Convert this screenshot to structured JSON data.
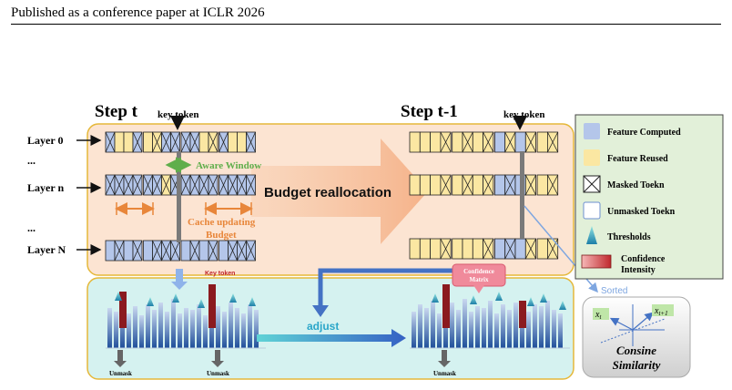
{
  "header": {
    "text": "Published as a conference paper at ICLR 2026"
  },
  "steps": {
    "left": "Step t",
    "right": "Step t-1"
  },
  "key_token": "key token",
  "key_token_small": "Key token",
  "layers": [
    "Layer  0",
    "...",
    "Layer  n",
    "...",
    "Layer  N"
  ],
  "labels": {
    "aware_window": "Aware Window",
    "cache_updating": "Cache updating",
    "budget": "Budget",
    "budget_reallocation": "Budget reallocation",
    "adjust": "adjust",
    "confidence_matrix_1": "Confidence",
    "confidence_matrix_2": "Matrix",
    "sorted": "Sorted",
    "unmask": "Unmask",
    "cosine_1": "Consine",
    "cosine_2": "Similarity",
    "xt": "x",
    "xt_sub": "t",
    "xt1": "x",
    "xt1_sub": "t+1"
  },
  "legend": [
    {
      "label": "Feature Computed",
      "kind": "blue"
    },
    {
      "label": "Feature Reused",
      "kind": "yellow"
    },
    {
      "label": "Masked Toekn",
      "kind": "masked"
    },
    {
      "label": "Unmasked Toekn",
      "kind": "unmasked"
    },
    {
      "label": "Thresholds",
      "kind": "threshold"
    },
    {
      "label": "Confidence",
      "kind": "conf"
    },
    {
      "label": "Intensity",
      "kind": "none"
    }
  ],
  "colors": {
    "computed": "#b4c6ea",
    "reused": "#fbe7a2",
    "upper_panel": "#fce4d2",
    "lower_panel": "#d5f2f0",
    "legend_bg": "#e2f0d9",
    "orange": "#e8863a",
    "green": "#5fae4b",
    "blue_arrow": "#4472c4",
    "red": "#c0392b"
  }
}
